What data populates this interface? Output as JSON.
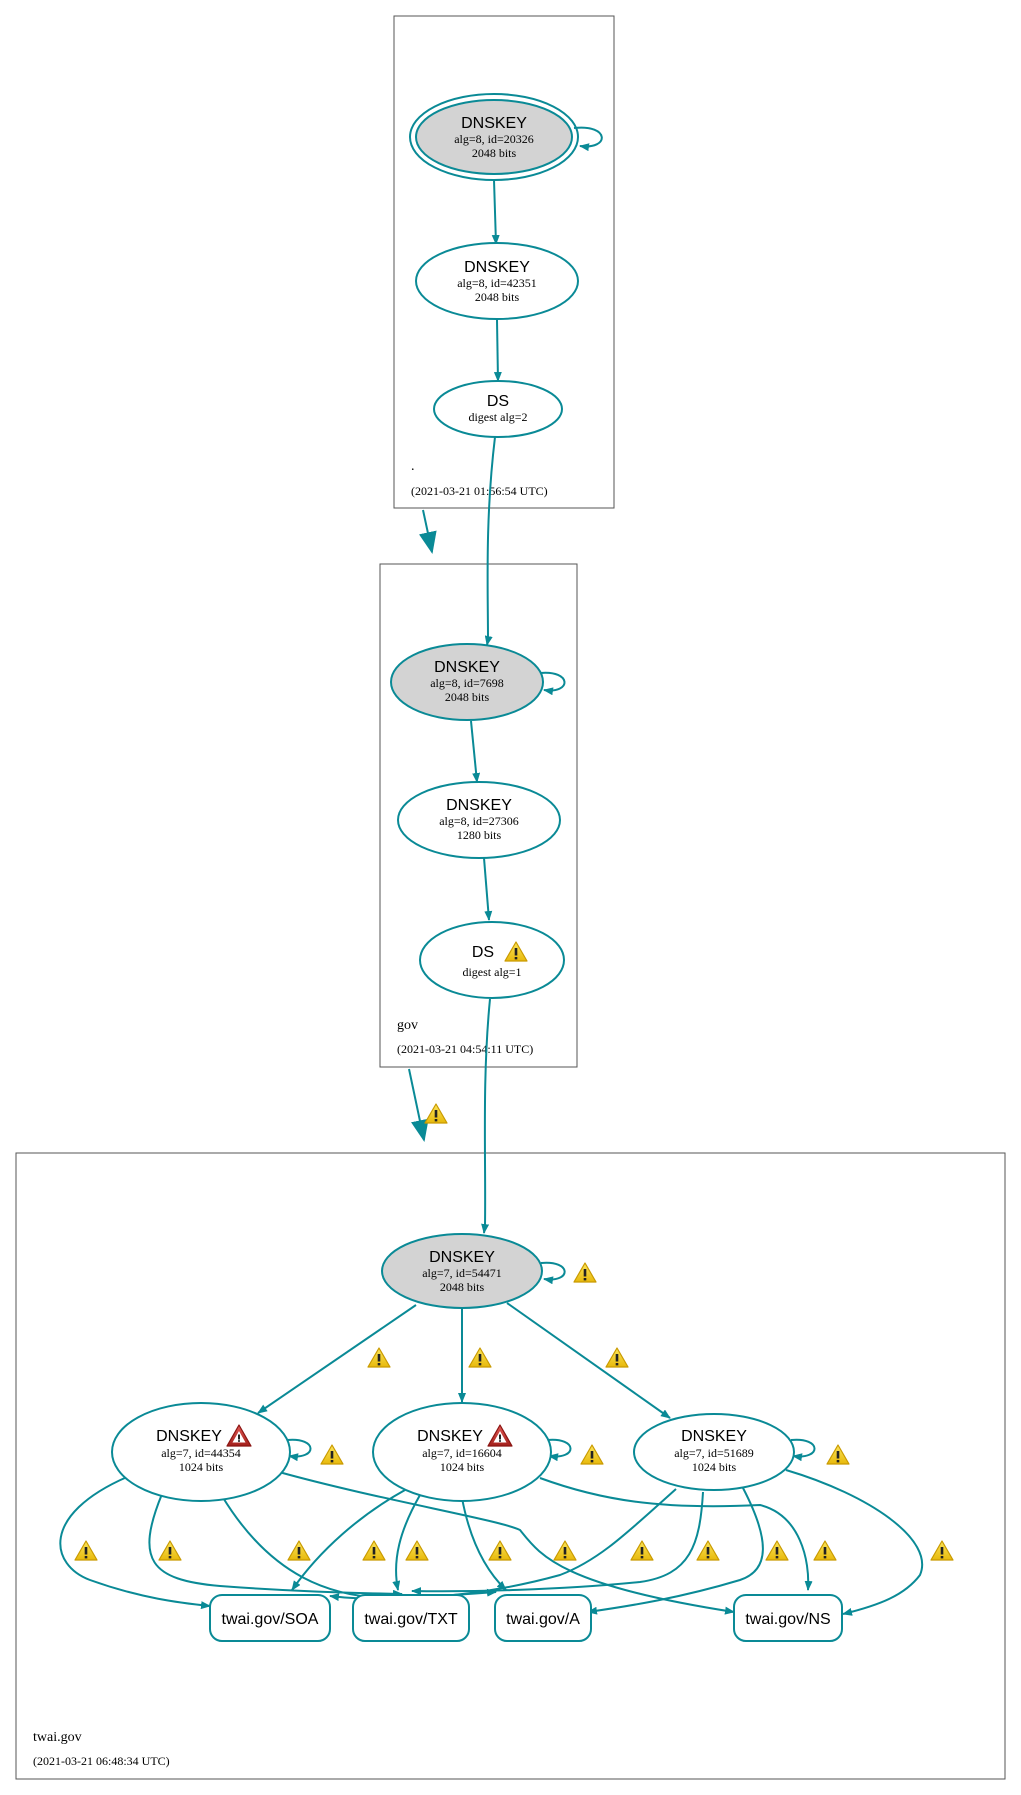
{
  "colors": {
    "edge": "#0a8a96",
    "ksk_fill": "#d3d3d3",
    "node_fill": "#ffffff",
    "zone_border": "#555555",
    "warning_fill": "#f5d31f",
    "error_fill": "#c9302c"
  },
  "zones": [
    {
      "name": ".",
      "timestamp": "(2021-03-21 01:56:54 UTC)"
    },
    {
      "name": "gov",
      "timestamp": "(2021-03-21 04:54:11 UTC)"
    },
    {
      "name": "twai.gov",
      "timestamp": "(2021-03-21 06:48:34 UTC)"
    }
  ],
  "nodes": {
    "root_ksk": {
      "title": "DNSKEY",
      "line1": "alg=8, id=20326",
      "line2": "2048 bits"
    },
    "root_zsk": {
      "title": "DNSKEY",
      "line1": "alg=8, id=42351",
      "line2": "2048 bits"
    },
    "root_ds": {
      "title": "DS",
      "line1": "digest alg=2"
    },
    "gov_ksk": {
      "title": "DNSKEY",
      "line1": "alg=8, id=7698",
      "line2": "2048 bits"
    },
    "gov_zsk": {
      "title": "DNSKEY",
      "line1": "alg=8, id=27306",
      "line2": "1280 bits"
    },
    "gov_ds": {
      "title": "DS",
      "line1": "digest alg=1"
    },
    "twai_ksk": {
      "title": "DNSKEY",
      "line1": "alg=7, id=54471",
      "line2": "2048 bits"
    },
    "twai_zsk1": {
      "title": "DNSKEY",
      "line1": "alg=7, id=44354",
      "line2": "1024 bits"
    },
    "twai_zsk2": {
      "title": "DNSKEY",
      "line1": "alg=7, id=16604",
      "line2": "1024 bits"
    },
    "twai_zsk3": {
      "title": "DNSKEY",
      "line1": "alg=7, id=51689",
      "line2": "1024 bits"
    }
  },
  "rrsets": {
    "soa": "twai.gov/SOA",
    "txt": "twai.gov/TXT",
    "a": "twai.gov/A",
    "ns": "twai.gov/NS"
  },
  "icons": {
    "warning": "warning-icon",
    "error": "error-icon"
  }
}
